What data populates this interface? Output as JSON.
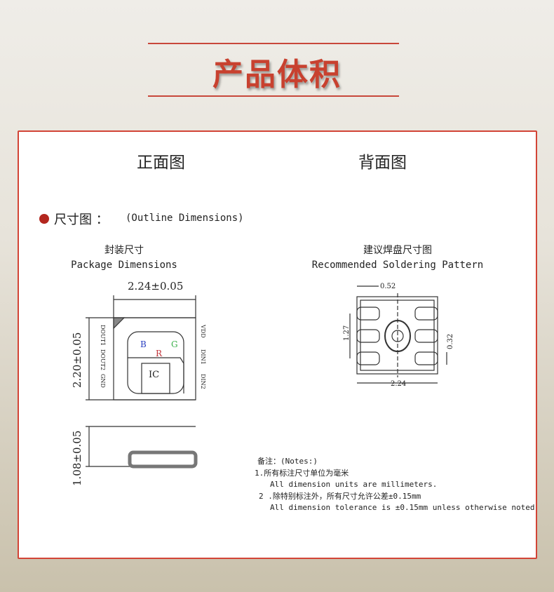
{
  "header": {
    "title": "产品体积"
  },
  "views": {
    "front": "正面图",
    "back": "背面图"
  },
  "section": {
    "title": "尺寸图 ：",
    "subtitle": "(Outline Dimensions)",
    "bullet_color": "#b3261e"
  },
  "package": {
    "title_cn": "封装尺寸",
    "title_en": "Package Dimensions",
    "width": "2.24±0.05",
    "height": "2.20±0.05",
    "thickness": "1.08±0.05",
    "pins_left": [
      "DOUT1",
      "DOUT2",
      "GND"
    ],
    "pins_right": [
      "VDD",
      "DIN1",
      "DIN2"
    ],
    "chip_labels": {
      "b": "B",
      "r": "R",
      "g": "G",
      "ic": "IC"
    }
  },
  "pattern": {
    "title_cn": "建议焊盘尺寸图",
    "title_en": "Recommended Soldering Pattern",
    "pad_width": "0.52",
    "pitch": "1.27",
    "pad_height": "0.32",
    "total_width": "2.24"
  },
  "notes": {
    "heading": "备注：(Notes:)",
    "items": [
      {
        "cn": "1.所有标注尺寸单位为毫米",
        "en": "All dimension units are millimeters."
      },
      {
        "cn": "2 .除特别标注外，所有尺寸允许公差±0.15mm",
        "en": "All dimension tolerance is ±0.15mm unless otherwise noted"
      }
    ]
  }
}
